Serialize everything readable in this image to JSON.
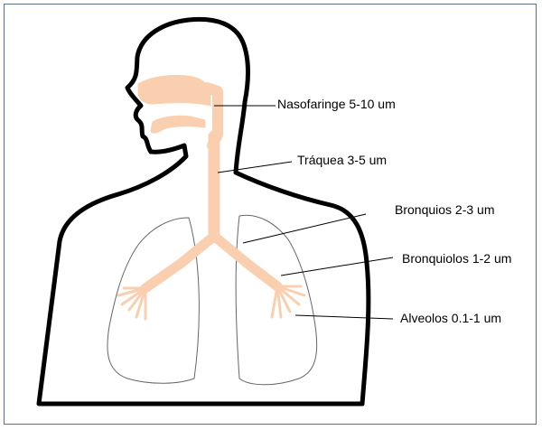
{
  "diagram": {
    "labels": {
      "nasofaringe": "Nasofaringe 5-10 um",
      "traquea": "Tráquea 3-5 um",
      "bronquios": "Bronquios 2-3 um",
      "bronquiolos": "Bronquiolos 1-2 um",
      "alveolos": "Alveolos 0.1-1 um"
    },
    "colors": {
      "airway": "#f9cfb0",
      "outline": "#000000",
      "lung_outline": "#666666",
      "frame_border": "#5a7088"
    }
  }
}
